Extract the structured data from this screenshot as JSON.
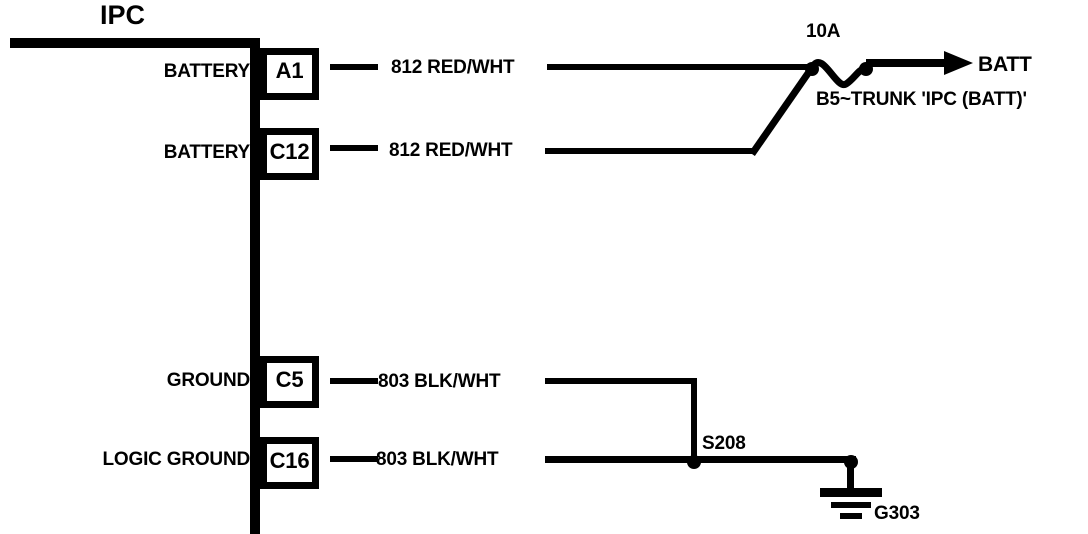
{
  "diagram": {
    "type": "automotive-wiring-schematic",
    "module": {
      "name": "IPC",
      "label": "IPC"
    },
    "colors": {
      "line": "#000000",
      "background": "#ffffff",
      "text": "#000000"
    },
    "connectors": [
      {
        "pin_name": "BATTERY",
        "pin_number": "A1",
        "wire_label": "812 RED/WHT"
      },
      {
        "pin_name": "BATTERY",
        "pin_number": "C12",
        "wire_label": "812 RED/WHT"
      },
      {
        "pin_name": "GROUND",
        "pin_number": "C5",
        "wire_label": "803 BLK/WHT"
      },
      {
        "pin_name": "LOGIC GROUND",
        "pin_number": "C16",
        "wire_label": "803 BLK/WHT"
      }
    ],
    "fuse": {
      "rating": "10A",
      "identifier": "B5~TRUNK 'IPC (BATT)'",
      "destination": "BATT"
    },
    "splice": {
      "id": "S208"
    },
    "ground": {
      "id": "G303"
    }
  }
}
